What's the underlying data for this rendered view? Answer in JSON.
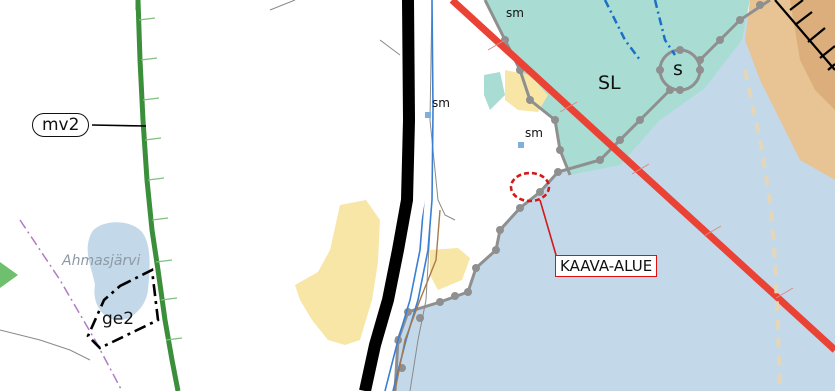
{
  "map_labels": {
    "mv2": "mv2",
    "ahmasjarvi": "Ahmasjärvi",
    "ge2": "ge2",
    "sm_top": "sm",
    "sm_mid": "sm",
    "sm_lower": "sm",
    "sl": "SL",
    "s": "s",
    "kaava_alue": "KAAVA-ALUE"
  },
  "colors": {
    "water": "#c3d9ea",
    "protected_area": "#a9dcd3",
    "field_yellow": "#f7e6a6",
    "rock_tan": "#e8c393",
    "green_route": "#3b8f3b",
    "red_line": "#ea4335",
    "highway": "#000000",
    "annotation_red": "#d11a1a"
  }
}
